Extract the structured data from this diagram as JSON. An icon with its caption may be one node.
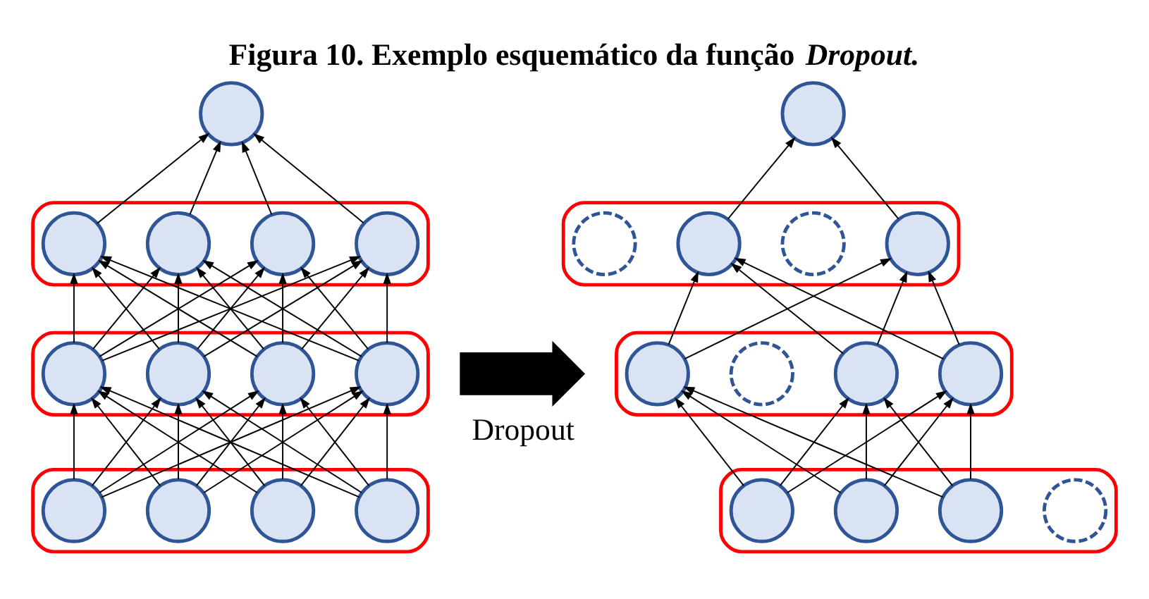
{
  "diagram": {
    "title": "Figura 10. Exemplo esquemático da função *Dropout.*",
    "nodes": [
      {
        "text": [],
        "shape": "circle"
      },
      {
        "text": [],
        "shape": "circle"
      },
      {
        "text": [],
        "shape": "box"
      },
      {
        "text": [],
        "shape": "circle",
        "in": 2
      },
      {
        "text": [],
        "shape": "circle",
        "in": 2
      },
      {
        "text": [],
        "shape": "circle",
        "in": 2
      },
      {
        "text": [],
        "shape": "circle",
        "in": 2
      },
      {
        "text": [],
        "shape": "box"
      },
      {
        "text": [],
        "shape": "dashed-circle",
        "in": 7
      },
      {
        "text": [],
        "shape": "circle",
        "in": 7
      },
      {
        "text": [],
        "shape": "dashed-circle",
        "in": 7
      },
      {
        "text": [],
        "shape": "circle",
        "in": 7
      },
      {
        "text": [],
        "shape": "arrow",
        "beside": [
          "Dropout"
        ]
      },
      {
        "text": [],
        "shape": "box"
      },
      {
        "text": [],
        "shape": "circle",
        "in": 13
      },
      {
        "text": [],
        "shape": "circle",
        "in": 13
      },
      {
        "text": [],
        "shape": "circle",
        "in": 13
      },
      {
        "text": [],
        "shape": "circle",
        "in": 13
      },
      {
        "text": [],
        "shape": "box"
      },
      {
        "text": [],
        "shape": "circle",
        "in": 18
      },
      {
        "text": [],
        "shape": "dashed-circle",
        "in": 18
      },
      {
        "text": [],
        "shape": "circle",
        "in": 18
      },
      {
        "text": [],
        "shape": "circle",
        "in": 18
      },
      {
        "text": [],
        "shape": "box"
      },
      {
        "text": [],
        "shape": "circle",
        "in": 23
      },
      {
        "text": [],
        "shape": "circle",
        "in": 23
      },
      {
        "text": [],
        "shape": "circle",
        "in": 23
      },
      {
        "text": [],
        "shape": "circle",
        "in": 23
      },
      {
        "text": [],
        "shape": "box"
      },
      {
        "text": [],
        "shape": "circle",
        "in": 28
      },
      {
        "text": [],
        "shape": "circle",
        "in": 28
      },
      {
        "text": [],
        "shape": "circle",
        "in": 28
      },
      {
        "text": [],
        "shape": "dashed-circle",
        "in": 28
      }
    ],
    "edges": [
      {
        "from": 3,
        "to": 0,
        "arrow": "to"
      },
      {
        "from": 4,
        "to": 0,
        "arrow": "to"
      },
      {
        "from": 5,
        "to": 0,
        "arrow": "to"
      },
      {
        "from": 6,
        "to": 0,
        "arrow": "to"
      },
      {
        "from": 14,
        "to": 3,
        "arrow": "to"
      },
      {
        "from": 14,
        "to": 4,
        "arrow": "to"
      },
      {
        "from": 14,
        "to": 5,
        "arrow": "to"
      },
      {
        "from": 14,
        "to": 6,
        "arrow": "to"
      },
      {
        "from": 15,
        "to": 3,
        "arrow": "to"
      },
      {
        "from": 15,
        "to": 4,
        "arrow": "to"
      },
      {
        "from": 15,
        "to": 5,
        "arrow": "to"
      },
      {
        "from": 15,
        "to": 6,
        "arrow": "to"
      },
      {
        "from": 16,
        "to": 3,
        "arrow": "to"
      },
      {
        "from": 16,
        "to": 4,
        "arrow": "to"
      },
      {
        "from": 16,
        "to": 5,
        "arrow": "to"
      },
      {
        "from": 16,
        "to": 6,
        "arrow": "to"
      },
      {
        "from": 17,
        "to": 3,
        "arrow": "to"
      },
      {
        "from": 17,
        "to": 4,
        "arrow": "to"
      },
      {
        "from": 17,
        "to": 5,
        "arrow": "to"
      },
      {
        "from": 17,
        "to": 6,
        "arrow": "to"
      },
      {
        "from": 24,
        "to": 14,
        "arrow": "to"
      },
      {
        "from": 24,
        "to": 15,
        "arrow": "to"
      },
      {
        "from": 24,
        "to": 16,
        "arrow": "to"
      },
      {
        "from": 24,
        "to": 17,
        "arrow": "to"
      },
      {
        "from": 25,
        "to": 14,
        "arrow": "to"
      },
      {
        "from": 25,
        "to": 15,
        "arrow": "to"
      },
      {
        "from": 25,
        "to": 16,
        "arrow": "to"
      },
      {
        "from": 25,
        "to": 17,
        "arrow": "to"
      },
      {
        "from": 26,
        "to": 14,
        "arrow": "to"
      },
      {
        "from": 26,
        "to": 15,
        "arrow": "to"
      },
      {
        "from": 26,
        "to": 16,
        "arrow": "to"
      },
      {
        "from": 26,
        "to": 17,
        "arrow": "to"
      },
      {
        "from": 27,
        "to": 14,
        "arrow": "to"
      },
      {
        "from": 27,
        "to": 15,
        "arrow": "to"
      },
      {
        "from": 27,
        "to": 16,
        "arrow": "to"
      },
      {
        "from": 27,
        "to": 17,
        "arrow": "to"
      },
      {
        "from": 9,
        "to": 1,
        "arrow": "to"
      },
      {
        "from": 11,
        "to": 1,
        "arrow": "to"
      },
      {
        "from": 19,
        "to": 9,
        "arrow": "to"
      },
      {
        "from": 19,
        "to": 11,
        "arrow": "to"
      },
      {
        "from": 21,
        "to": 9,
        "arrow": "to"
      },
      {
        "from": 21,
        "to": 11,
        "arrow": "to"
      },
      {
        "from": 22,
        "to": 9,
        "arrow": "to"
      },
      {
        "from": 22,
        "to": 11,
        "arrow": "to"
      },
      {
        "from": 29,
        "to": 19,
        "arrow": "to"
      },
      {
        "from": 29,
        "to": 21,
        "arrow": "to"
      },
      {
        "from": 29,
        "to": 22,
        "arrow": "to"
      },
      {
        "from": 30,
        "to": 19,
        "arrow": "to"
      },
      {
        "from": 30,
        "to": 21,
        "arrow": "to"
      },
      {
        "from": 30,
        "to": 22,
        "arrow": "to"
      },
      {
        "from": 31,
        "to": 19,
        "arrow": "to"
      },
      {
        "from": 31,
        "to": 21,
        "arrow": "to"
      },
      {
        "from": 31,
        "to": 22,
        "arrow": "to"
      }
    ]
  }
}
